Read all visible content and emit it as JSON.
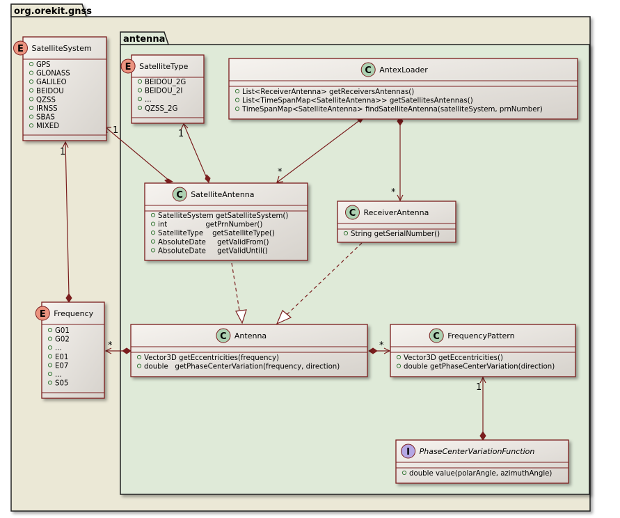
{
  "packages": {
    "outer": "org.orekit.gnss",
    "inner": "antenna"
  },
  "classes": {
    "satellite_system": {
      "stereotype": "E",
      "name": "SatelliteSystem",
      "items": [
        "GPS",
        "GLONASS",
        "GALILEO",
        "BEIDOU",
        "QZSS",
        "IRNSS",
        "SBAS",
        "MIXED"
      ]
    },
    "satellite_type": {
      "stereotype": "E",
      "name": "SatelliteType",
      "items": [
        "BEIDOU_2G",
        "BEIDOU_2I",
        "...",
        "QZSS_2G"
      ]
    },
    "antex_loader": {
      "stereotype": "C",
      "name": "AntexLoader",
      "items": [
        "List<ReceiverAntenna> getReceiversAntennas()",
        "List<TimeSpanMap<SatelliteAntenna>> getSatellitesAntennas()",
        "TimeSpanMap<SatelliteAntenna> findSatelliteAntenna(satelliteSystem, prnNumber)"
      ]
    },
    "satellite_antenna": {
      "stereotype": "C",
      "name": "SatelliteAntenna",
      "items": [
        "SatelliteSystem getSatelliteSystem()",
        "int                 getPrnNumber()",
        "SatelliteType    getSatelliteType()",
        "AbsoluteDate     getValidFrom()",
        "AbsoluteDate     getValidUntil()"
      ]
    },
    "receiver_antenna": {
      "stereotype": "C",
      "name": "ReceiverAntenna",
      "items": [
        "String getSerialNumber()"
      ]
    },
    "frequency": {
      "stereotype": "E",
      "name": "Frequency",
      "items": [
        "G01",
        "G02",
        "...",
        "E01",
        "E07",
        "...",
        "S05"
      ]
    },
    "antenna": {
      "stereotype": "C",
      "name": "Antenna",
      "items": [
        "Vector3D getEccentricities(frequency)",
        "double   getPhaseCenterVariation(frequency, direction)"
      ]
    },
    "frequency_pattern": {
      "stereotype": "C",
      "name": "FrequencyPattern",
      "items": [
        "Vector3D getEccentricities()",
        "double getPhaseCenterVariation(direction)"
      ]
    },
    "pcv_function": {
      "stereotype": "I",
      "name": "PhaseCenterVariationFunction",
      "items": [
        "double value(polarAngle, azimuthAngle)"
      ]
    }
  },
  "multiplicities": {
    "sys_to_satantenna": "1",
    "type_to_satantenna": "1",
    "sys_to_frequency": "1",
    "loader_to_satantenna": "*",
    "loader_to_receiver": "*",
    "antenna_to_frequency": "*",
    "antenna_to_pattern": "*",
    "pattern_to_pcv": "1"
  },
  "colors": {
    "outer_package": "#ebe8d6",
    "inner_package": "#dfead8",
    "class_fill": "#f3f0ec",
    "class_border": "#7a1e1e",
    "link": "#7a1e1e",
    "enum_circle": "#eb937f",
    "class_circle": "#add1b2",
    "interface_circle": "#b4a7e5"
  }
}
